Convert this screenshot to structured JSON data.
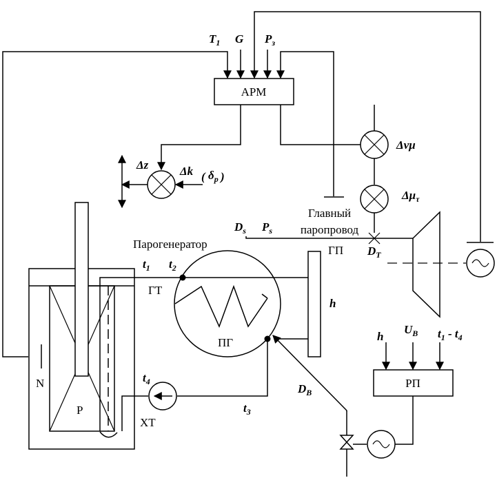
{
  "labels": {
    "arm": "АРМ",
    "rp": "РП",
    "pg": "ПГ",
    "gt": "ГТ",
    "xt": "ХТ",
    "gp": "ГП",
    "n": "N",
    "p": "Р",
    "h_right": "h",
    "parogenerator": "Парогенератор",
    "main_steam_line_1": "Главный",
    "main_steam_line_2": "паропровод"
  },
  "signals": {
    "t1_top": {
      "main": "T",
      "sub": "1"
    },
    "g": {
      "main": "G",
      "sub": ""
    },
    "pz": {
      "main": "P",
      "sub": "з"
    },
    "dvmu": {
      "main": "Δνμ",
      "sub": ""
    },
    "dmut": {
      "main": "Δμ",
      "sub": "τ"
    },
    "dz": {
      "main": "Δz",
      "sub": ""
    },
    "dk": {
      "main": "Δk",
      "sub": ""
    },
    "deltap": {
      "main": "δ",
      "sub": "p"
    },
    "ds": {
      "main": "D",
      "sub": "s"
    },
    "ps": {
      "main": "P",
      "sub": "s"
    },
    "dt": {
      "main": "D",
      "sub": "T"
    },
    "t1": {
      "main": "t",
      "sub": "1"
    },
    "t2": {
      "main": "t",
      "sub": "2"
    },
    "t3": {
      "main": "t",
      "sub": "3"
    },
    "t4": {
      "main": "t",
      "sub": "4"
    },
    "db": {
      "main": "D",
      "sub": "B"
    },
    "h_in": {
      "main": "h",
      "sub": ""
    },
    "ub": {
      "main": "U",
      "sub": "B"
    },
    "t14": {
      "main": "t",
      "sub": "1",
      "mid": " - t",
      "sub2": "4"
    }
  }
}
